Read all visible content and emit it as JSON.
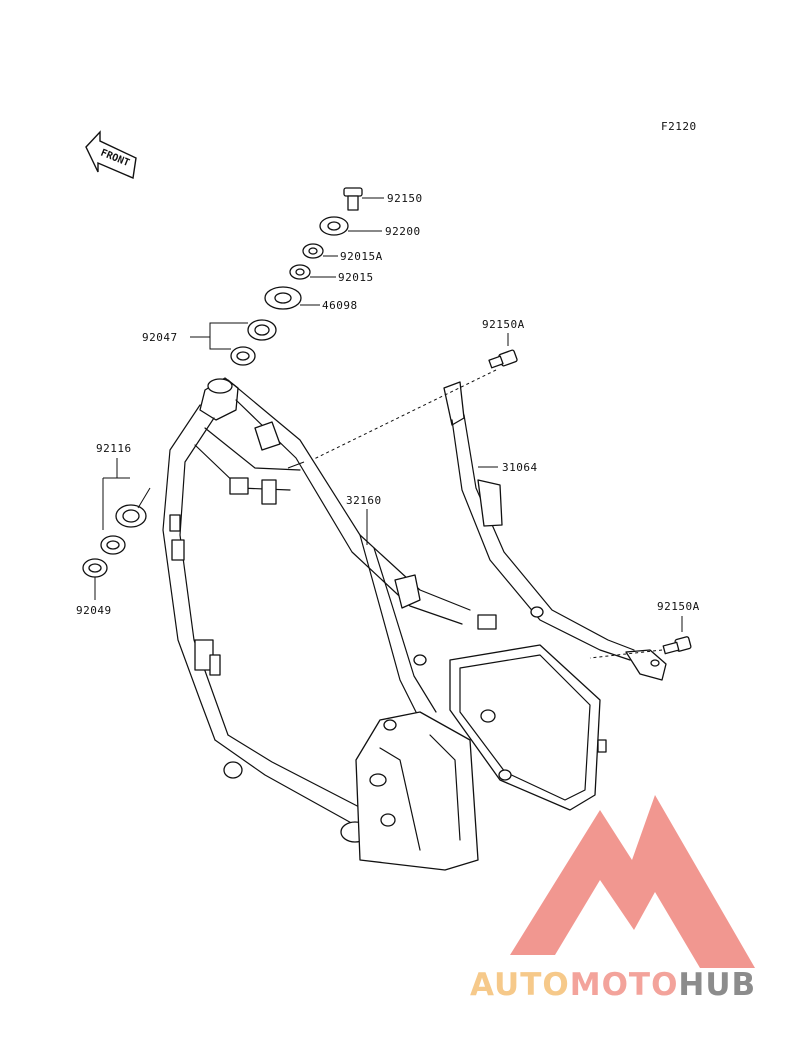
{
  "diagram_code": "F2120",
  "front_arrow_label": "FRONT",
  "callouts": [
    {
      "id": "92150",
      "label": "92150"
    },
    {
      "id": "92200",
      "label": "92200"
    },
    {
      "id": "92015A",
      "label": "92015A"
    },
    {
      "id": "92015",
      "label": "92015"
    },
    {
      "id": "46098",
      "label": "46098"
    },
    {
      "id": "92047",
      "label": "92047"
    },
    {
      "id": "92150A-top",
      "label": "92150A"
    },
    {
      "id": "31064",
      "label": "31064"
    },
    {
      "id": "32160",
      "label": "32160"
    },
    {
      "id": "92116",
      "label": "92116"
    },
    {
      "id": "92049",
      "label": "92049"
    },
    {
      "id": "92150A-bottom",
      "label": "92150A"
    }
  ],
  "watermark": {
    "text_parts": [
      "AUTO",
      "MOTO",
      "HUB"
    ],
    "colors": {
      "auto": "#f6c98a",
      "moto": "#f3a39b",
      "hub": "#8c8c8c",
      "logo": "#f08c84"
    }
  }
}
